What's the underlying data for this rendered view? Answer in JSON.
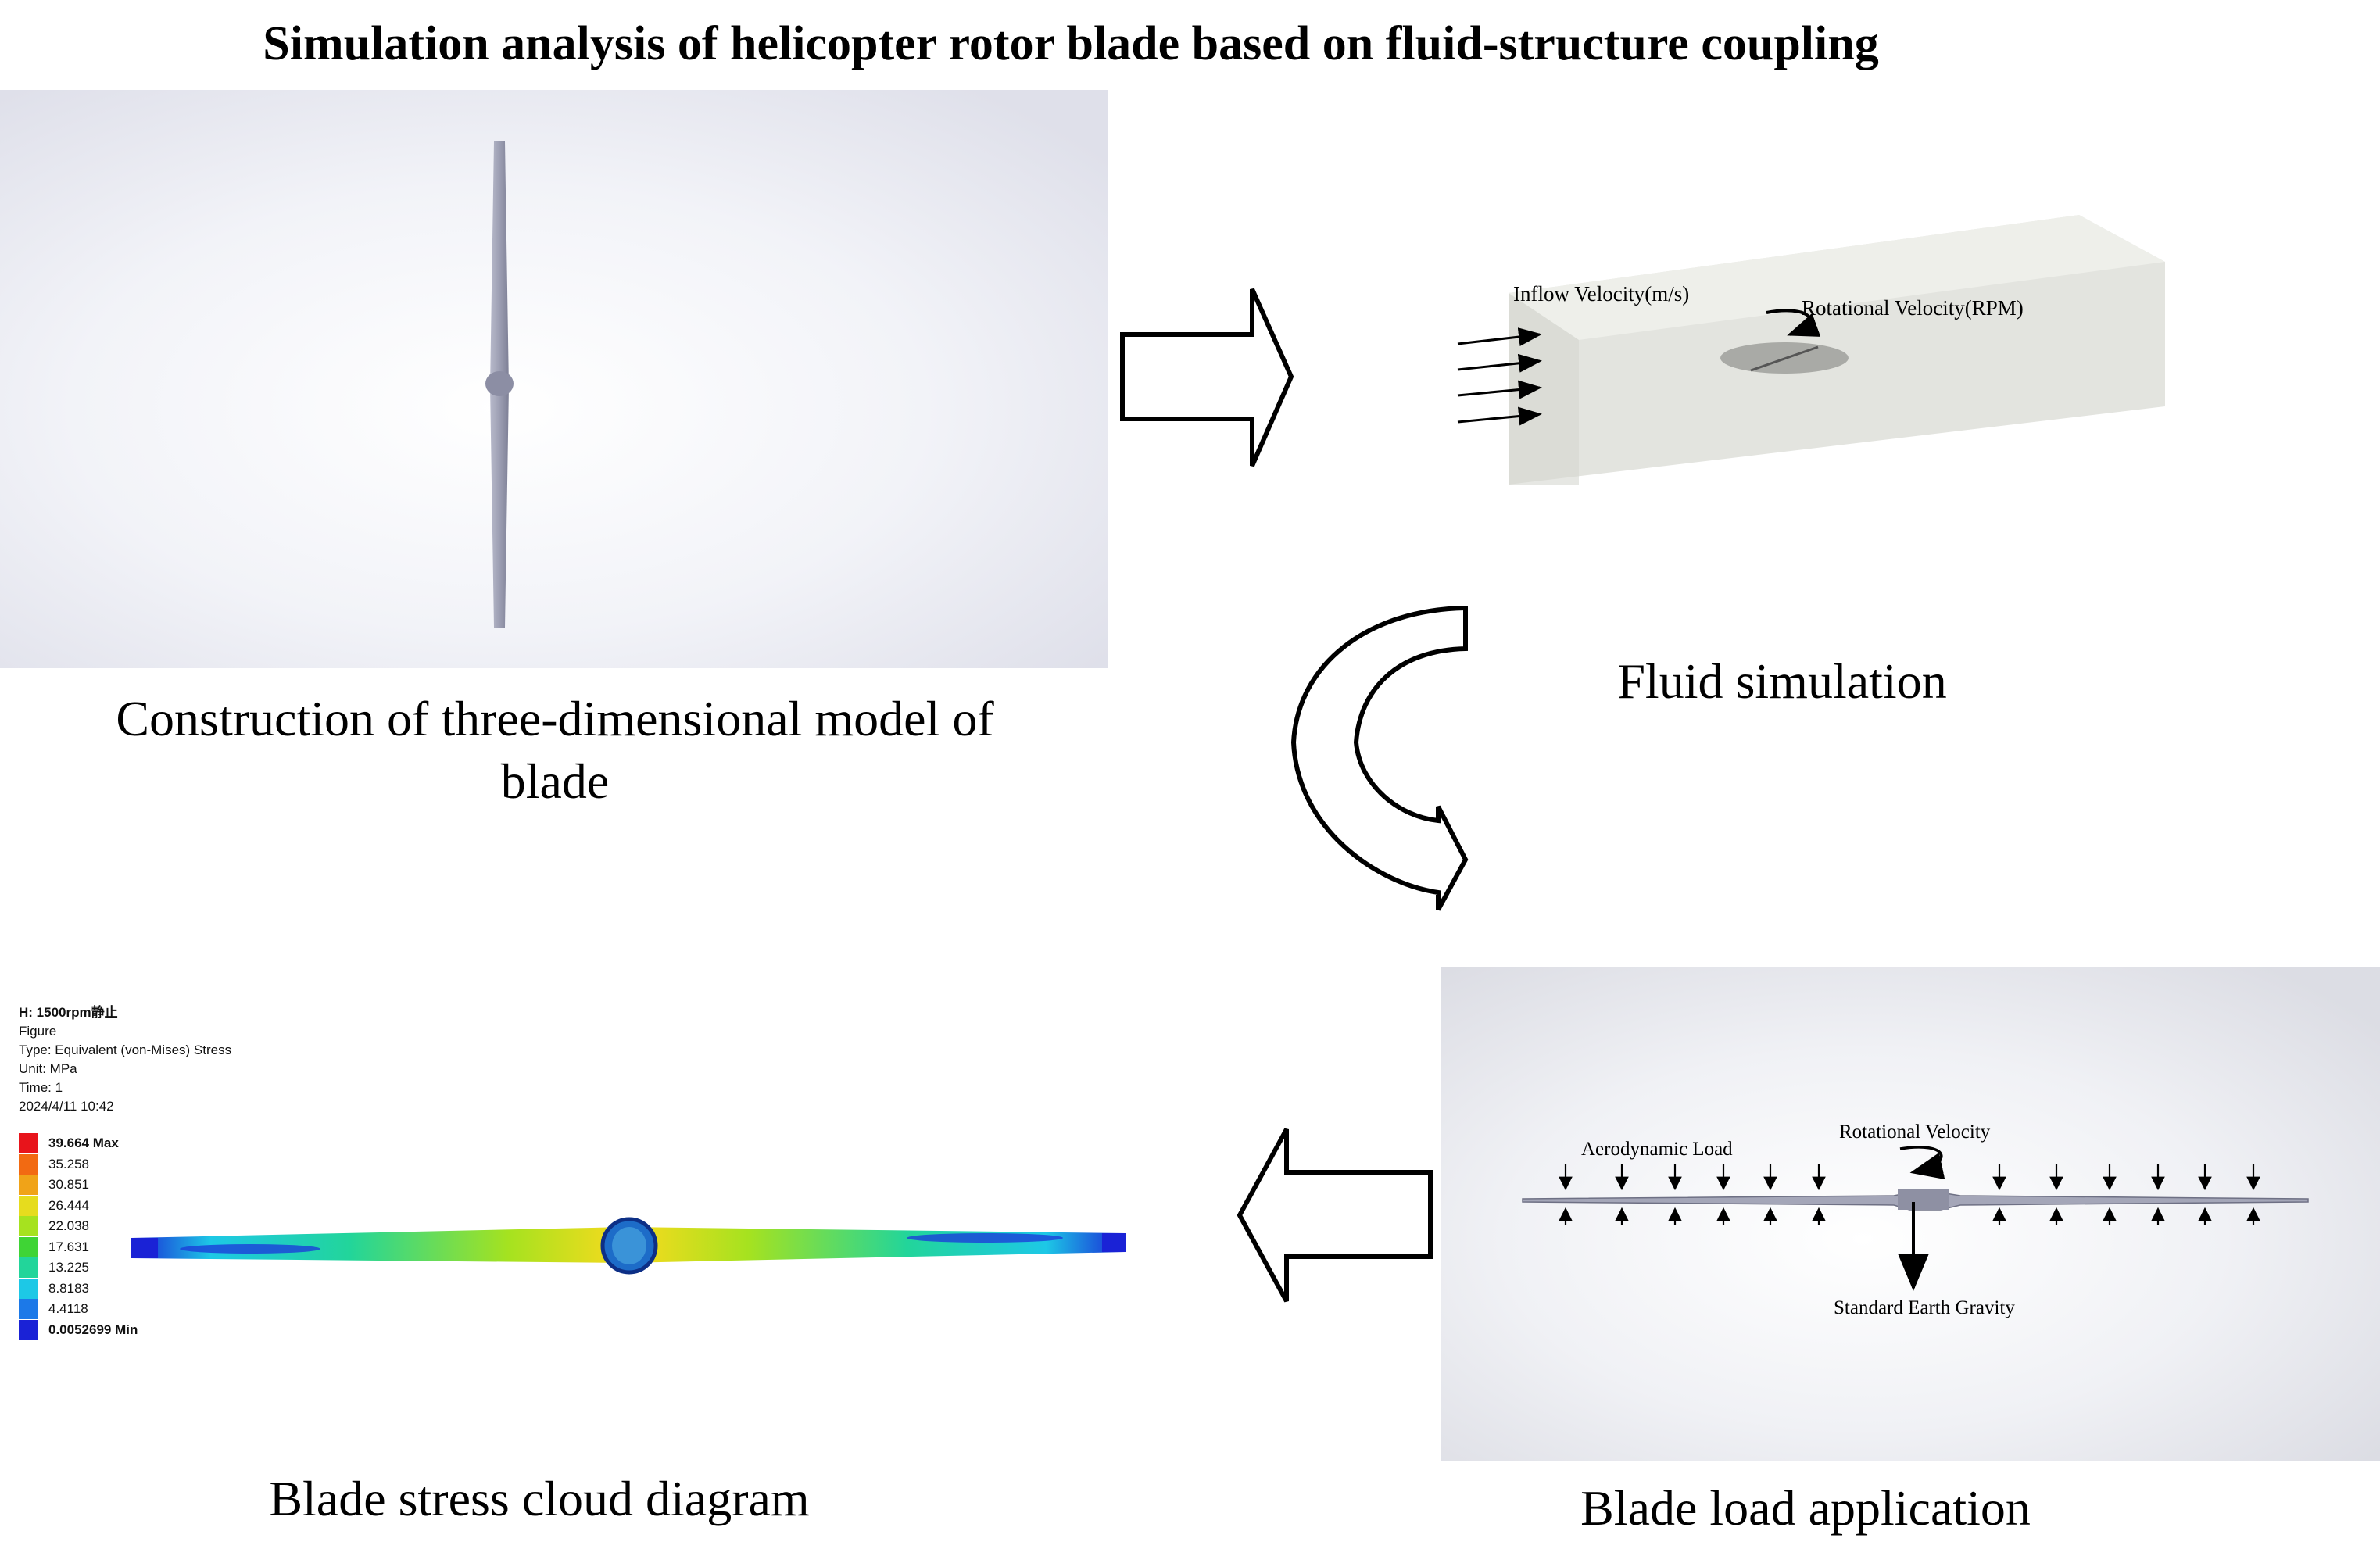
{
  "title": "Simulation analysis of helicopter rotor blade based on fluid-structure coupling",
  "steps": {
    "model": {
      "caption_line1": "Construction of three-dimensional model of",
      "caption_line2": "blade"
    },
    "fluid": {
      "caption": "Fluid simulation",
      "inflow_label": "Inflow Velocity(m/s)",
      "rotation_label": "Rotational Velocity(RPM)"
    },
    "load": {
      "caption": "Blade load application",
      "aero_label": "Aerodynamic Load",
      "rotation_label": "Rotational Velocity",
      "gravity_label": "Standard Earth Gravity"
    },
    "stress": {
      "caption": "Blade stress cloud diagram",
      "info": {
        "name": "H: 1500rpm静止",
        "figure": "Figure",
        "type": "Type: Equivalent (von-Mises) Stress",
        "unit": "Unit: MPa",
        "time": "Time: 1",
        "date": "2024/4/11 10:42"
      },
      "scale": [
        {
          "label": "39.664 Max",
          "color": "#e8141b"
        },
        {
          "label": "35.258",
          "color": "#f26a12"
        },
        {
          "label": "30.851",
          "color": "#f0a318"
        },
        {
          "label": "26.444",
          "color": "#e6dc1e"
        },
        {
          "label": "22.038",
          "color": "#a6e21f"
        },
        {
          "label": "17.631",
          "color": "#3fd435"
        },
        {
          "label": "13.225",
          "color": "#22d59a"
        },
        {
          "label": "8.8183",
          "color": "#1dc8e6"
        },
        {
          "label": "4.4118",
          "color": "#1c79e8"
        },
        {
          "label": "0.0052699 Min",
          "color": "#1a22d6"
        }
      ]
    }
  },
  "colors": {
    "arrow_stroke": "#000000",
    "arrow_fill": "#ffffff",
    "fluid_box": "#e3e4df",
    "blade": "#9fa1b4"
  }
}
